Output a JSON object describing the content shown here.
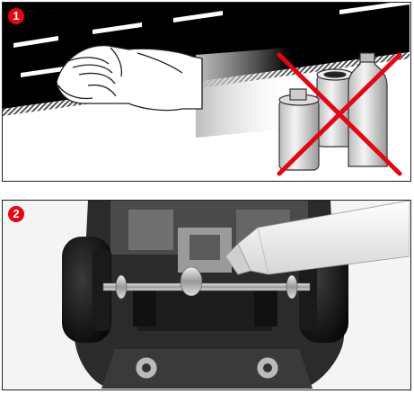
{
  "steps": [
    {
      "number": "1",
      "illustration": "clean-track-with-cloth",
      "prohibited": "solvent-bottles"
    },
    {
      "number": "2",
      "illustration": "oil-axle-bearings"
    }
  ],
  "colors": {
    "badge": "#e30613",
    "prohibit_cross": "#e30613",
    "track": "#000000",
    "track_marking": "#ffffff"
  }
}
